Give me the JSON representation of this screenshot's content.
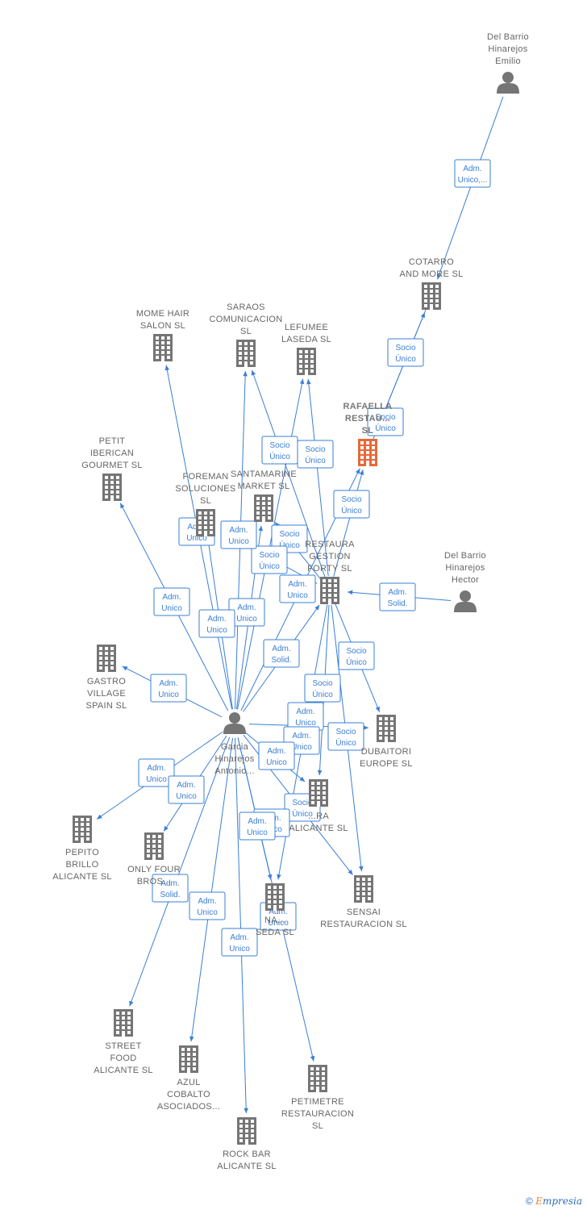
{
  "colors": {
    "edge": "#3a7fd5",
    "company": "#757575",
    "focus_company": "#e8683a",
    "person": "#757575",
    "label": "#666666"
  },
  "nodes": [
    {
      "id": "emilio",
      "kind": "person",
      "lines": [
        "Del Barrio",
        "Hinarejos",
        "Emilio"
      ]
    },
    {
      "id": "cotarro",
      "kind": "company",
      "lines": [
        "COTARRO",
        "AND MORE  SL"
      ]
    },
    {
      "id": "mome",
      "kind": "company",
      "lines": [
        "MOME HAIR",
        "SALON  SL"
      ]
    },
    {
      "id": "saraos",
      "kind": "company",
      "lines": [
        "SARAOS",
        "COMUNICACION",
        "SL"
      ]
    },
    {
      "id": "lefumee",
      "kind": "company",
      "lines": [
        "LEFUMEE",
        "LASEDA  SL"
      ]
    },
    {
      "id": "rafaella",
      "kind": "focus",
      "lines": [
        "RAFAELLA",
        "RESTAU...",
        "SL"
      ]
    },
    {
      "id": "petit",
      "kind": "company",
      "lines": [
        "PETIT",
        "IBERICAN",
        "GOURMET SL"
      ]
    },
    {
      "id": "santamarine",
      "kind": "company",
      "lines": [
        "SANTAMARINE",
        "MARKET  SL"
      ]
    },
    {
      "id": "foreman",
      "kind": "company",
      "lines": [
        "FOREMAN",
        "SOLUCIONES",
        "SL"
      ]
    },
    {
      "id": "restaura",
      "kind": "company",
      "lines": [
        "RESTAURA",
        "GESTION",
        "FORTY SL"
      ]
    },
    {
      "id": "hector",
      "kind": "person",
      "lines": [
        "Del Barrio",
        "Hinarejos",
        "Hector"
      ]
    },
    {
      "id": "gastro",
      "kind": "company",
      "lines": [
        "GASTRO",
        "VILLAGE",
        "SPAIN  SL"
      ]
    },
    {
      "id": "garcia",
      "kind": "person",
      "lines": [
        "Garcia",
        "Hinarejos",
        "Antonio..."
      ]
    },
    {
      "id": "dubaitori",
      "kind": "company",
      "lines": [
        "DUBAITORI",
        "EUROPE  SL"
      ]
    },
    {
      "id": "lara",
      "kind": "company",
      "lines": [
        "...RA",
        "ALICANTE  SL"
      ]
    },
    {
      "id": "pepito",
      "kind": "company",
      "lines": [
        "PEPITO",
        "BRILLO",
        "ALICANTE  SL"
      ]
    },
    {
      "id": "onlyfour",
      "kind": "company",
      "lines": [
        "ONLY FOUR",
        "BROS..."
      ]
    },
    {
      "id": "sensai",
      "kind": "company",
      "lines": [
        "SENSAI",
        "RESTAURACION SL"
      ]
    },
    {
      "id": "nalaseda",
      "kind": "company",
      "lines": [
        "NA...",
        "SEDA  SL"
      ]
    },
    {
      "id": "street",
      "kind": "company",
      "lines": [
        "STREET",
        "FOOD",
        "ALICANTE  SL"
      ]
    },
    {
      "id": "azul",
      "kind": "company",
      "lines": [
        "AZUL",
        "COBALTO",
        "ASOCIADOS..."
      ]
    },
    {
      "id": "petimetre",
      "kind": "company",
      "lines": [
        "PETIMETRE",
        "RESTAURACION",
        "SL"
      ]
    },
    {
      "id": "rockbar",
      "kind": "company",
      "lines": [
        "ROCK BAR",
        "ALICANTE  SL"
      ]
    }
  ],
  "edges": [
    {
      "from": "emilio",
      "to": "cotarro",
      "label": [
        "Adm.",
        "Unico,..."
      ]
    },
    {
      "from": "rafaella",
      "to": "cotarro",
      "label": [
        "Socio",
        "Único"
      ]
    },
    {
      "from": "cotarro",
      "to": "rafaella",
      "label": [
        "Socio",
        "Único"
      ]
    },
    {
      "from": "restaura",
      "to": "rafaella",
      "label": [
        "Socio",
        "Único"
      ]
    },
    {
      "from": "restaura",
      "to": "lefumee",
      "label": [
        "Socio",
        "Único"
      ]
    },
    {
      "from": "restaura",
      "to": "saraos",
      "label": [
        "Socio",
        "Único"
      ]
    },
    {
      "from": "restaura",
      "to": "santamarine",
      "label": [
        "Socio",
        "Único"
      ]
    },
    {
      "from": "restaura",
      "to": "foreman",
      "label": [
        "Socio",
        "Único"
      ]
    },
    {
      "from": "restaura",
      "to": "dubaitori",
      "label": [
        "Socio",
        "Único"
      ]
    },
    {
      "from": "restaura",
      "to": "lara",
      "label": [
        "Socio",
        "Único"
      ]
    },
    {
      "from": "restaura",
      "to": "sensai",
      "label": [
        "Socio",
        "Único"
      ]
    },
    {
      "from": "restaura",
      "to": "nalaseda",
      "label": [
        "Socio",
        "Único"
      ]
    },
    {
      "from": "hector",
      "to": "restaura",
      "label": [
        "Adm.",
        "Solid."
      ]
    },
    {
      "from": "garcia",
      "to": "restaura",
      "label": [
        "Adm.",
        "Solid."
      ]
    },
    {
      "from": "garcia",
      "to": "mome",
      "label": [
        "Adm.",
        "Unico"
      ]
    },
    {
      "from": "garcia",
      "to": "saraos",
      "label": [
        "Adm.",
        "Unico"
      ]
    },
    {
      "from": "garcia",
      "to": "lefumee",
      "label": [
        "Adm.",
        "Unico"
      ]
    },
    {
      "from": "garcia",
      "to": "petit",
      "label": [
        "Adm.",
        "Unico"
      ]
    },
    {
      "from": "garcia",
      "to": "santamarine",
      "label": [
        "Adm.",
        "Unico"
      ]
    },
    {
      "from": "garcia",
      "to": "foreman",
      "label": [
        "Adm.",
        "Unico"
      ]
    },
    {
      "from": "garcia",
      "to": "rafaella",
      "label": [
        "Adm.",
        "Unico"
      ]
    },
    {
      "from": "garcia",
      "to": "gastro",
      "label": [
        "Adm.",
        "Unico"
      ]
    },
    {
      "from": "garcia",
      "to": "dubaitori",
      "label": [
        "Adm.",
        "Unico"
      ]
    },
    {
      "from": "garcia",
      "to": "lara",
      "label": [
        "Adm.",
        "Unico"
      ]
    },
    {
      "from": "garcia",
      "to": "sensai",
      "label": [
        "Adm.",
        "Unico"
      ]
    },
    {
      "from": "garcia",
      "to": "pepito",
      "label": [
        "Adm.",
        "Unico"
      ]
    },
    {
      "from": "garcia",
      "to": "onlyfour",
      "label": [
        "Adm.",
        "Unico"
      ]
    },
    {
      "from": "garcia",
      "to": "street",
      "label": [
        "Adm.",
        "Solid."
      ]
    },
    {
      "from": "garcia",
      "to": "azul",
      "label": [
        "Adm.",
        "Unico"
      ]
    },
    {
      "from": "garcia",
      "to": "rockbar",
      "label": [
        "Adm.",
        "Unico"
      ]
    },
    {
      "from": "garcia",
      "to": "nalaseda",
      "label": [
        "Adm.",
        "Unico"
      ]
    },
    {
      "from": "garcia",
      "to": "petimetre",
      "label": [
        "Adm.",
        "Unico"
      ]
    }
  ],
  "brand": {
    "copyright": "©",
    "first_letter": "E",
    "rest": "mpresia"
  }
}
